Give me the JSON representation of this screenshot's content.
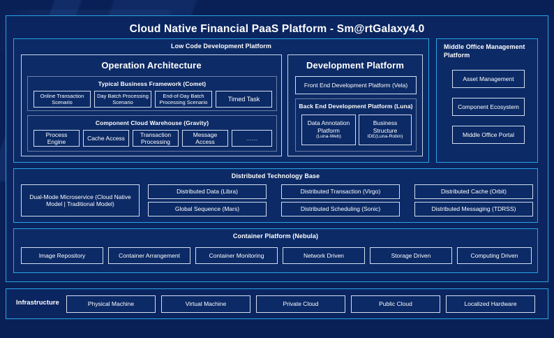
{
  "title": "Cloud Native Financial PaaS Platform - Sm@rtGalaxy4.0",
  "colors": {
    "page_background": "#092056",
    "panel_background": "#0b2560",
    "accent_border": "#2aa3e6",
    "box_border": "#d4def0",
    "text": "#ffffff"
  },
  "low_code": {
    "title": "Low Code Development Platform",
    "operation_architecture": {
      "title": "Operation Architecture",
      "business_framework": {
        "title": "Typical Business Framework (Comet)",
        "items": [
          "Online Transaction Scenario",
          "Day Batch Processing Scenario",
          "End-of-Day Batch Processing Scenario",
          "Timed Task"
        ]
      },
      "component_warehouse": {
        "title": "Component Cloud Warehouse (Gravity)",
        "items": [
          "Process Engine",
          "Cache Access",
          "Transaction Processing",
          "Message Access",
          "……"
        ]
      }
    },
    "development_platform": {
      "title": "Development Platform",
      "front_end": "Front End Development Platform (Vela)",
      "back_end": {
        "title": "Back End Development Platform (Luna)",
        "items": [
          {
            "name": "Data Annotation Platform",
            "sub": "(Luna-Web)"
          },
          {
            "name": "Business Structure",
            "sub": "IDE(Luna-Robin)"
          }
        ]
      }
    }
  },
  "middle_office": {
    "title": "Middle Office Management Platform",
    "items": [
      "Asset Management",
      "Component Ecosystem",
      "Middle Office Portal"
    ]
  },
  "distributed_base": {
    "title": "Distributed Technology Base",
    "dual_mode": "Dual-Mode Microservice (Cloud Native Model | Traditional Model)",
    "items": [
      "Distributed Data (Libra)",
      "Distributed Transaction (Virgo)",
      "Distributed Cache (Orbit)",
      "Global Sequence (Mars)",
      "Distributed Scheduling (Sonic)",
      "Distributed Messaging (TDRSS)"
    ]
  },
  "container_platform": {
    "title": "Container Platform (Nebula)",
    "items": [
      "Image Repository",
      "Container Arrangement",
      "Container Monitoring",
      "Network Driven",
      "Storage Driven",
      "Computing Driven"
    ]
  },
  "infrastructure": {
    "label": "Infrastructure",
    "items": [
      "Physical Machine",
      "Virtual Machine",
      "Private Cloud",
      "Public Cloud",
      "Localized Hardware"
    ]
  }
}
